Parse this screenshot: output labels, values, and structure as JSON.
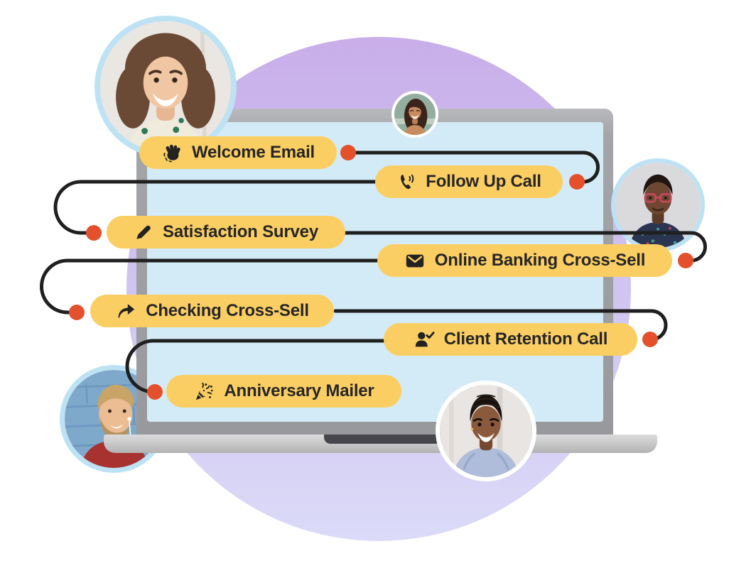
{
  "scene": {
    "kind": "customer-journey-illustration",
    "background_color": "#FFFFFF"
  },
  "journey": {
    "steps": [
      {
        "label": "Welcome Email",
        "icon": "waving-hand-icon",
        "connector_dot_side": "right"
      },
      {
        "label": "Follow Up Call",
        "icon": "phone-call-icon",
        "connector_dot_side": "right"
      },
      {
        "label": "Satisfaction Survey",
        "icon": "pen-icon",
        "connector_dot_side": "left"
      },
      {
        "label": "Online Banking Cross-Sell",
        "icon": "envelope-icon",
        "connector_dot_side": "right"
      },
      {
        "label": "Checking Cross-Sell",
        "icon": "share-arrow-icon",
        "connector_dot_side": "left"
      },
      {
        "label": "Client Retention Call",
        "icon": "user-check-icon",
        "connector_dot_side": "right"
      },
      {
        "label": "Anniversary Mailer",
        "icon": "party-popper-icon",
        "connector_dot_side": "left"
      }
    ]
  },
  "avatars": [
    {
      "id": "avatar-1",
      "description": "smiling woman with curly brown hair, light-blue ring, top left"
    },
    {
      "id": "avatar-2",
      "description": "laughing woman with long dark hair, white ring, top center"
    },
    {
      "id": "avatar-3",
      "description": "man with red glasses and patterned shirt, light-blue ring, right"
    },
    {
      "id": "avatar-4",
      "description": "blond bearded man in red shirt by blue brick wall, light-blue ring, bottom left"
    },
    {
      "id": "avatar-5",
      "description": "smiling woman with short braids in blue hoodie, white ring, bottom center"
    }
  ],
  "colors": {
    "pill_background": "#FBCE63",
    "pill_text": "#262626",
    "wire": "#1F1F1F",
    "connector_dot": "#E5502C",
    "laptop_screen": "#D3EBF7",
    "laptop_bezel": "#A4A5A8",
    "laptop_base": "#C6C6C6",
    "laptop_notch": "#46464C",
    "background_circle_top": "#C9AEE9",
    "background_circle_bottom": "#DBDAF8",
    "avatar_ring_blue": "#BDE2F4",
    "avatar_ring_white": "#FFFFFF"
  }
}
